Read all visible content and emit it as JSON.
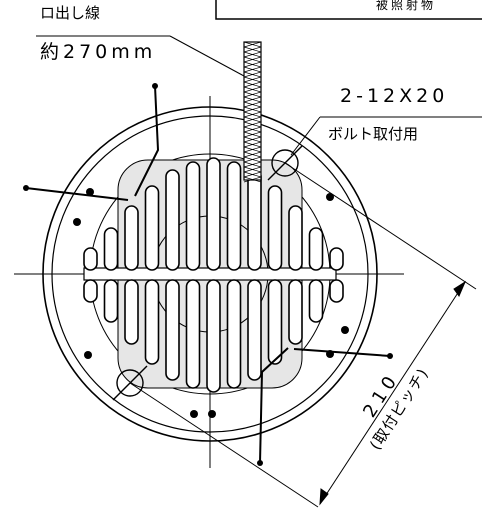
{
  "title_block": {
    "text": "被照射物"
  },
  "lead_wire": {
    "label": "ロ出し線",
    "length": "約270mm"
  },
  "bolt": {
    "spec": "2-12X20",
    "purpose": "ボルト取付用"
  },
  "pitch": {
    "value": "210",
    "label": "(取付ピッチ)"
  },
  "colors": {
    "line": "#000000",
    "background": "#ffffff",
    "body_shade": "#e6e6e6"
  }
}
